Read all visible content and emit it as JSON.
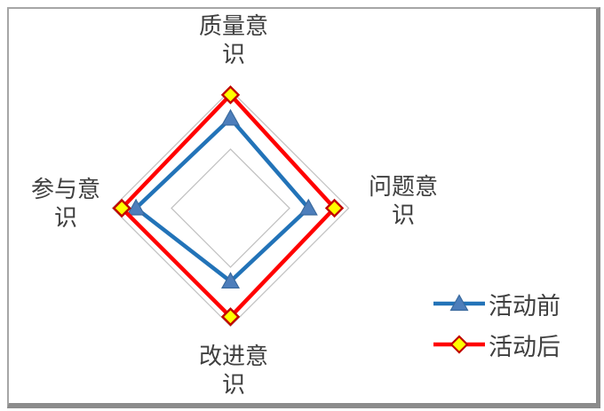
{
  "chart_data": {
    "type": "radar",
    "categories": [
      "质量意识",
      "问题意识",
      "改进意识",
      "参与意识"
    ],
    "axis_order": [
      "top",
      "right",
      "bottom",
      "left"
    ],
    "series": [
      {
        "name": "活动前",
        "values": [
          3.8,
          3.3,
          3.1,
          4.0
        ],
        "color": "#2273B8",
        "marker": "triangle",
        "marker_fill": "#4D7EBB",
        "marker_stroke": "#3A6A9E"
      },
      {
        "name": "活动后",
        "values": [
          4.8,
          4.4,
          4.6,
          4.6
        ],
        "color": "#FF0000",
        "marker": "diamond",
        "marker_fill": "#FFFF00",
        "marker_stroke": "#C00000"
      }
    ],
    "axis_min": 0,
    "axis_max": 5,
    "rings": [
      2.5,
      5
    ],
    "grid_color": "#C3C3C3",
    "spokes": false,
    "title": "",
    "legend_position": "bottom-right"
  },
  "axis_labels": {
    "top": {
      "line1": "质量意",
      "line2": "识"
    },
    "right": {
      "line1": "问题意",
      "line2": "识"
    },
    "bottom": {
      "line1": "改进意",
      "line2": "识"
    },
    "left": {
      "line1": "参与意",
      "line2": "识"
    }
  },
  "legend": {
    "items": [
      {
        "label": "活动前"
      },
      {
        "label": "活动后"
      }
    ]
  }
}
